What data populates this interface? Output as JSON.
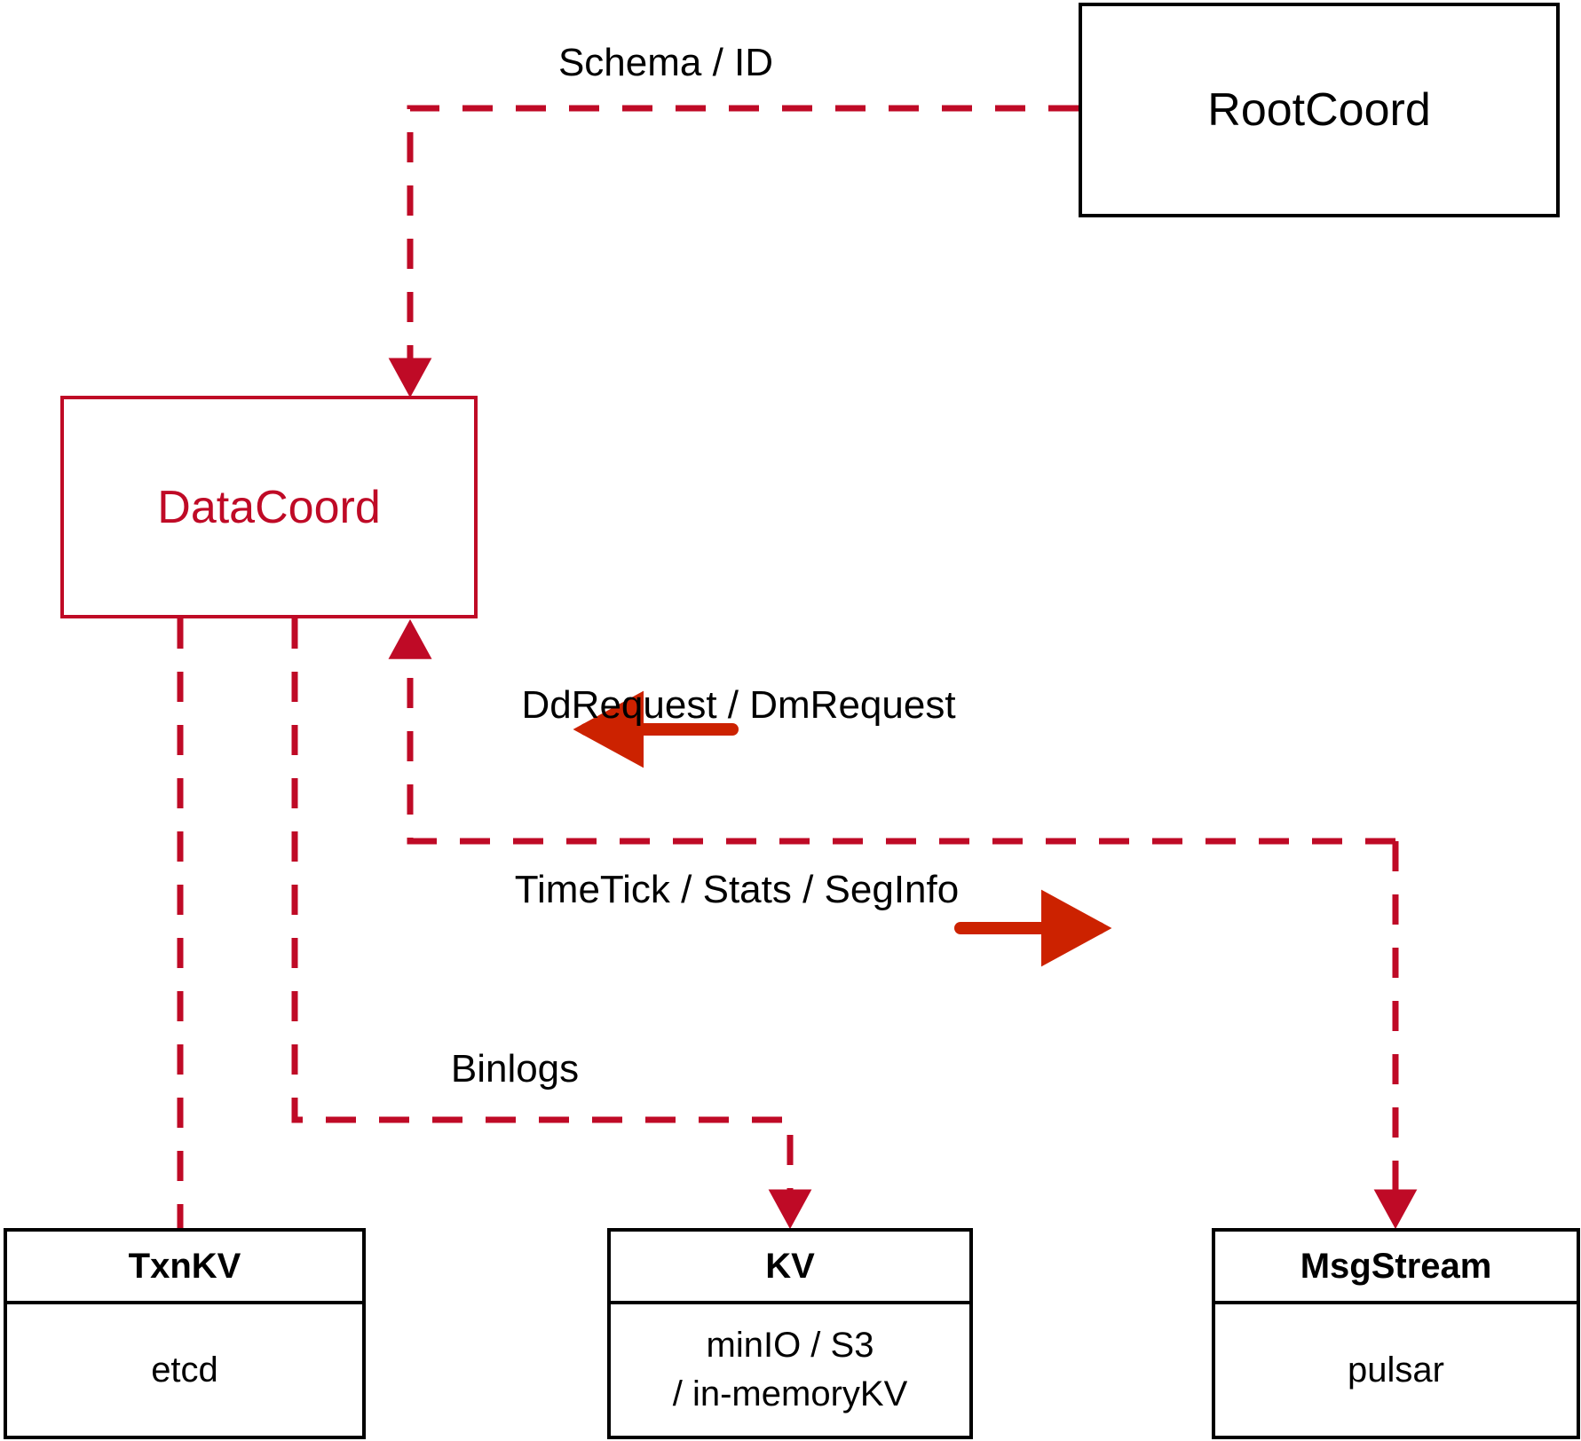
{
  "diagram": {
    "title_color": "#bf0a26",
    "line_color": "#bf0a26",
    "arrow_color": "#cc2200",
    "box_color": "#000000",
    "nodes": {
      "rootcoord": {
        "label": "RootCoord"
      },
      "datacoord": {
        "label": "DataCoord"
      },
      "txnkv": {
        "title": "TxnKV",
        "detail_line_1": "etcd"
      },
      "kv": {
        "title": "KV",
        "detail_line_1": "minIO / S3",
        "detail_line_2": "/ in-memoryKV"
      },
      "msgstream": {
        "title": "MsgStream",
        "detail_line_1": "pulsar"
      }
    },
    "edge_labels": {
      "schema_id": "Schema / ID",
      "dd_dm_request": "DdRequest / DmRequest",
      "timetick_stats_seginfo": "TimeTick / Stats / SegInfo",
      "binlogs": "Binlogs"
    }
  }
}
